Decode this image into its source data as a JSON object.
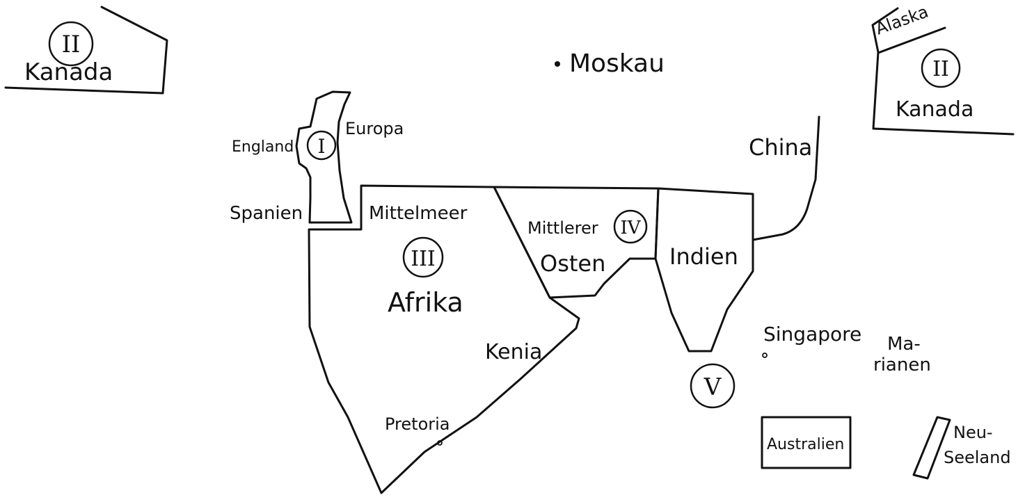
{
  "labels": {
    "kanada_west": "Kanada",
    "kanada_east": "Kanada",
    "alaska": "Alaska",
    "moskau": "Moskau",
    "england": "England",
    "europa": "Europa",
    "spanien": "Spanien",
    "china": "China",
    "mittelmeer": "Mittelmeer",
    "afrika": "Afrika",
    "kenia": "Kenia",
    "pretoria": "Pretoria",
    "mittlerer": "Mittlerer",
    "osten": "Osten",
    "indien": "Indien",
    "singapore": "Singapore",
    "marianen_1": "Ma-",
    "marianen_2": "rianen",
    "australien": "Australien",
    "neuseeland_1": "Neu-",
    "neuseeland_2": "Seeland"
  },
  "zones": {
    "zone_1": "I",
    "zone_2_west": "II",
    "zone_2_east": "II",
    "zone_3": "III",
    "zone_4": "IV",
    "zone_5": "V"
  },
  "colors": {
    "ink": "#111111",
    "paper": "#ffffff"
  }
}
